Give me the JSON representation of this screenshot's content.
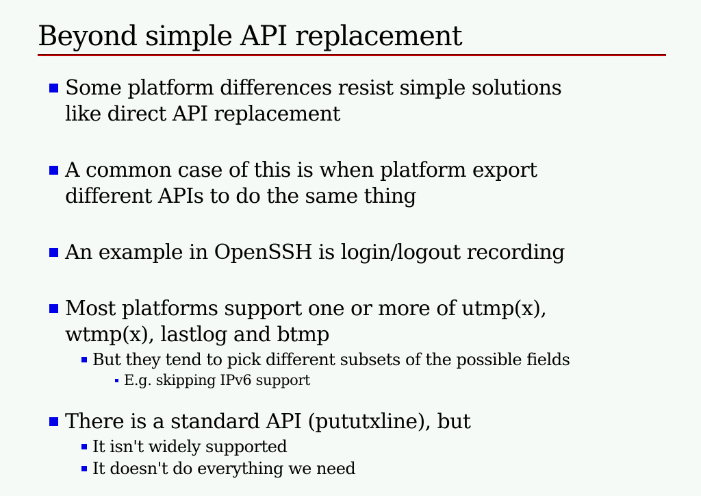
{
  "slide": {
    "title": "Beyond simple API replacement",
    "bullets": [
      {
        "level": 1,
        "text": "Some platform differences resist simple solutions\nlike direct API replacement"
      },
      {
        "level": 1,
        "text": "A common case of this is when platform export\ndifferent APIs to do the same thing"
      },
      {
        "level": 1,
        "text": "An example in OpenSSH is login/logout recording"
      },
      {
        "level": 1,
        "text": "Most platforms support one or more of utmp(x),\nwtmp(x), lastlog and btmp"
      },
      {
        "level": 2,
        "text": "But they tend to pick different subsets of the possible fields"
      },
      {
        "level": 3,
        "text": "E.g. skipping IPv6 support"
      },
      {
        "level": 1,
        "text": "There is a standard API (pututxline), but"
      },
      {
        "level": 2,
        "text": "It isn't widely supported"
      },
      {
        "level": 2,
        "text": "It doesn't do everything we need"
      }
    ],
    "colors": {
      "background": "#f6faf6",
      "text": "#000000",
      "bullet_blue": "#0000e8",
      "rule_red": "#c40000"
    }
  }
}
